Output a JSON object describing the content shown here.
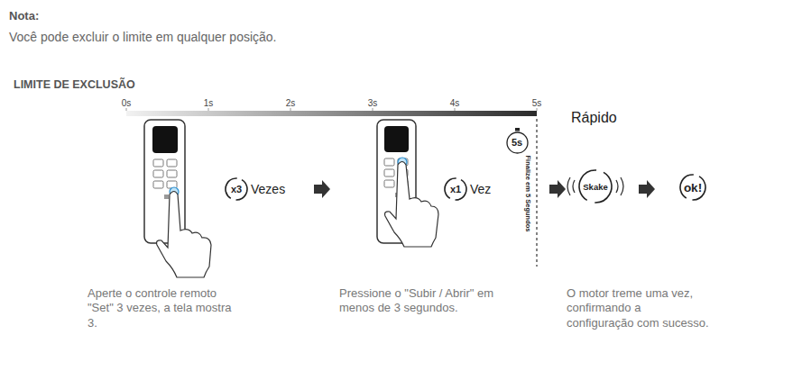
{
  "diagram": {
    "nodes": [
      {
        "text": [
          "x3",
          "Vezes"
        ]
      },
      {
        "text": [
          "x1",
          "Vez"
        ]
      },
      {
        "text": [
          "5s"
        ]
      },
      {
        "text": [
          "Skake"
        ]
      },
      {
        "text": [
          "ok!"
        ]
      }
    ],
    "labels": [
      "Nota:",
      "Você pode excluir o limite em qualquer posição.",
      "LIMITE DE EXCLUSÃO",
      "0s",
      "1s",
      "2s",
      "3s",
      "4s",
      "5s",
      "Rápido",
      "Finalize em 5 Segundos",
      "Aperte o controle remoto \"Set\" 3 vezes, a tela mostra 3.",
      "Pressione o \"Subir / Abrir\" em menos de 3 segundos.",
      "O motor treme uma vez, confirmando a configuração com sucesso."
    ]
  }
}
